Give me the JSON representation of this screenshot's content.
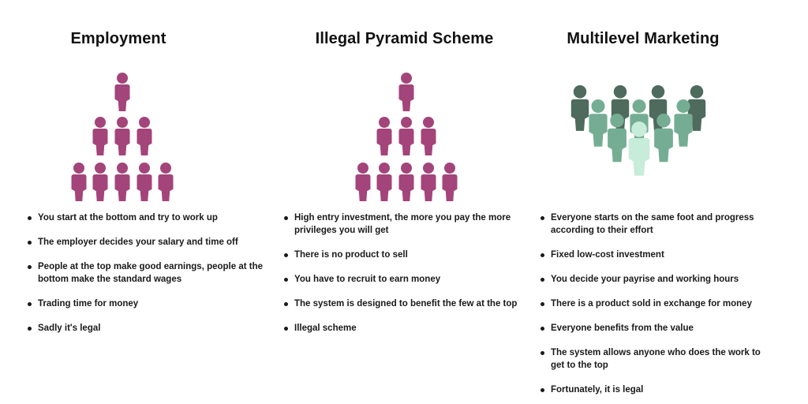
{
  "colors": {
    "pyramid_figure": "#a3447a",
    "mlm_dark": "#4e6b5d",
    "mlm_mid": "#74ad93",
    "mlm_light": "#a8dcc3",
    "mlm_front": "#c7ecd9",
    "text": "#1a1a1a"
  },
  "columns": [
    {
      "title": "Employment",
      "icon": "pyramid-people-icon",
      "bullets": [
        "You start at the bottom and try to work up",
        "The employer decides your salary and time off",
        "People at the top make good earnings, people at the bottom make the standard wages",
        "Trading time for money",
        "Sadly it's legal"
      ]
    },
    {
      "title": "Illegal Pyramid Scheme",
      "icon": "pyramid-people-icon",
      "bullets": [
        "High entry investment, the more you pay the more privileges you will get",
        "There is no product to sell",
        "You have to recruit to earn money",
        "The system is designed to benefit the few at the top",
        "Illegal scheme"
      ]
    },
    {
      "title": "Multilevel Marketing",
      "icon": "group-people-icon",
      "bullets": [
        "Everyone starts on the same foot and progress according to their effort",
        "Fixed low-cost investment",
        "You decide your payrise and working hours",
        "There is a product sold in exchange for money",
        "Everyone benefits from the value",
        "The system allows anyone who does the work to get to the top",
        "Fortunately, it is legal"
      ]
    }
  ]
}
